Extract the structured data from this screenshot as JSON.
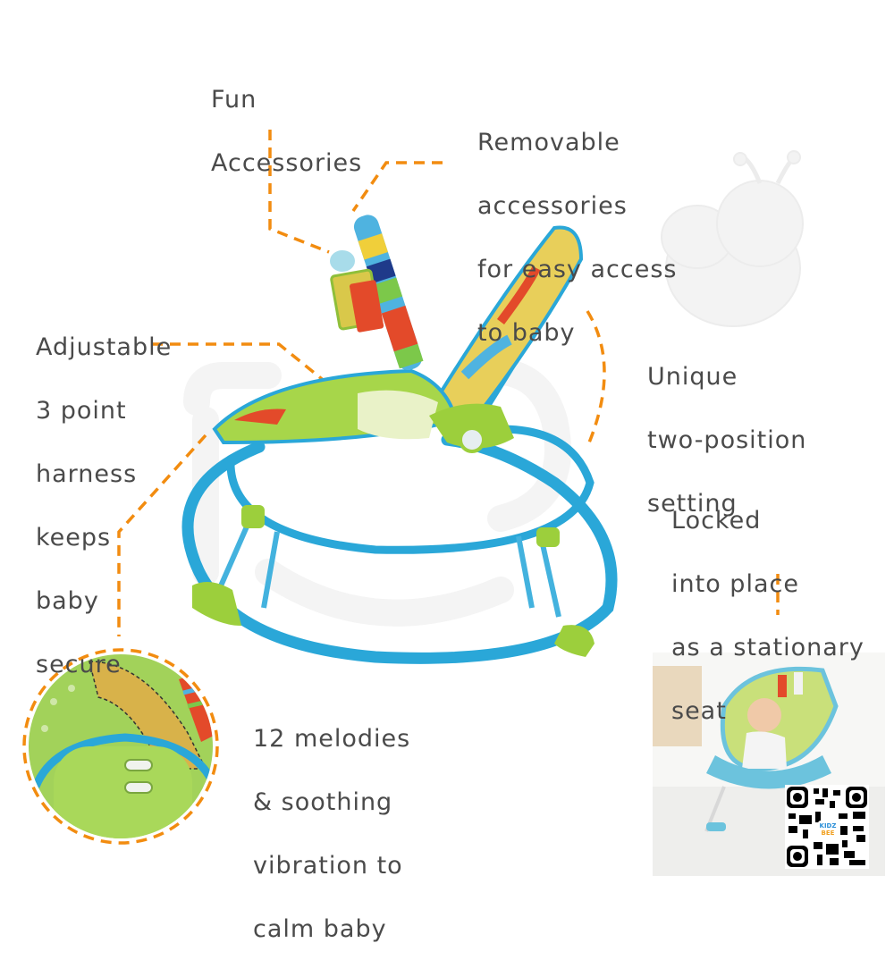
{
  "colors": {
    "text": "#4a4a4a",
    "callout_line": "#f28c10",
    "frame_blue": "#2aa7d8",
    "seat_green": "#9ccf3c",
    "watermark": "#f2f2f2"
  },
  "callouts": [
    {
      "id": "fun-accessories",
      "lines": [
        "Fun",
        "Accessories"
      ]
    },
    {
      "id": "removable-accessories",
      "lines": [
        "Removable",
        "accessories",
        "for easy access",
        "to baby"
      ]
    },
    {
      "id": "harness",
      "lines": [
        "Adjustable",
        "3 point",
        "harness",
        "keeps",
        "baby",
        "secure"
      ]
    },
    {
      "id": "two-position",
      "lines": [
        "Unique",
        "two-position",
        "setting"
      ]
    },
    {
      "id": "stationary",
      "lines": [
        "Locked",
        "into place",
        "as a stationary",
        "seat"
      ]
    },
    {
      "id": "melodies",
      "lines": [
        "12 melodies",
        "& soothing",
        "vibration to",
        "calm baby"
      ]
    }
  ],
  "images": {
    "main_product": "baby-rocker-side-view",
    "detail_circle": "music-vibration-control-unit",
    "inset_photo": "baby-in-bouncer-stationary",
    "qr_code": "qr-code",
    "qr_logo_text": "KIDZ BEE",
    "watermark": "kidz-bee-bee-mascot"
  }
}
